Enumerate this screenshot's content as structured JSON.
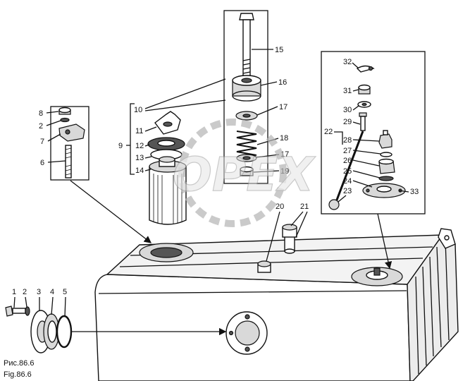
{
  "figure": {
    "caption_ru": "Рис.86.6",
    "caption_en": "Fig.86.6"
  },
  "watermark": "OPEX",
  "callouts": {
    "top_assembly": [
      "15",
      "16",
      "17",
      "18",
      "17",
      "19"
    ],
    "filter_assembly": [
      "10",
      "11",
      "9",
      "12",
      "13",
      "14"
    ],
    "bracket_assembly": [
      "8",
      "2",
      "7",
      "6"
    ],
    "gauge_assembly": [
      "32",
      "31",
      "30",
      "29",
      "22",
      "28",
      "27",
      "26",
      "25",
      "24",
      "23",
      "33"
    ],
    "tank_top": [
      "20",
      "21"
    ],
    "drain_assembly": [
      "1",
      "2",
      "3",
      "4",
      "5"
    ]
  }
}
